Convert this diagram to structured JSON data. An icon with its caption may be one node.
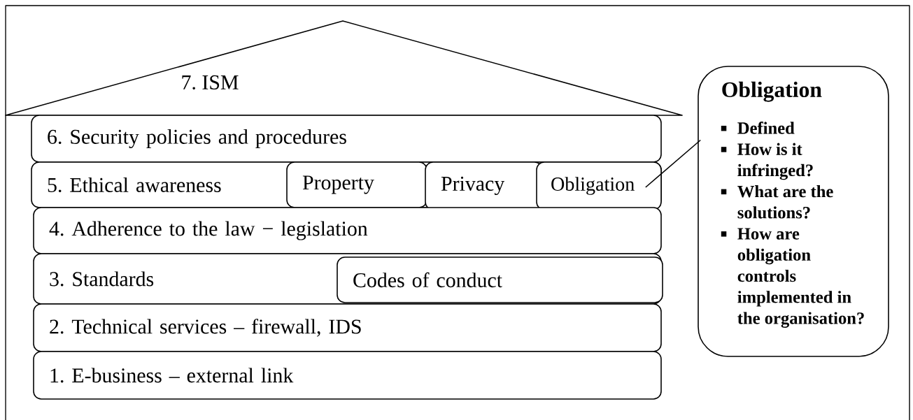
{
  "diagram": {
    "nodes": [
      {
        "text": [
          "7. ISM"
        ]
      },
      {
        "text": [
          "6. Security policies and procedures"
        ]
      },
      {
        "text": [
          "5. Ethical awareness"
        ]
      },
      {
        "text": [
          "Property"
        ],
        "in": 2
      },
      {
        "text": [
          "Privacy"
        ],
        "in": 2
      },
      {
        "text": [
          "Obligation"
        ],
        "in": 2
      },
      {
        "text": [
          "4. Adherence to the law − legislation"
        ]
      },
      {
        "text": [
          "3. Standards"
        ]
      },
      {
        "text": [
          "Codes of conduct"
        ],
        "in": 7
      },
      {
        "text": [
          "2. Technical services – firewall, IDS"
        ]
      },
      {
        "text": [
          "1. E-business – external link"
        ]
      },
      {
        "text": [
          "Obligation",
          "Defined",
          "How is it infringed?",
          "What are the solutions?",
          "How are obligation controls implemented in the organisation?"
        ]
      }
    ],
    "edges": [
      {
        "from": 5,
        "to": 11,
        "arrow": "none"
      }
    ]
  }
}
